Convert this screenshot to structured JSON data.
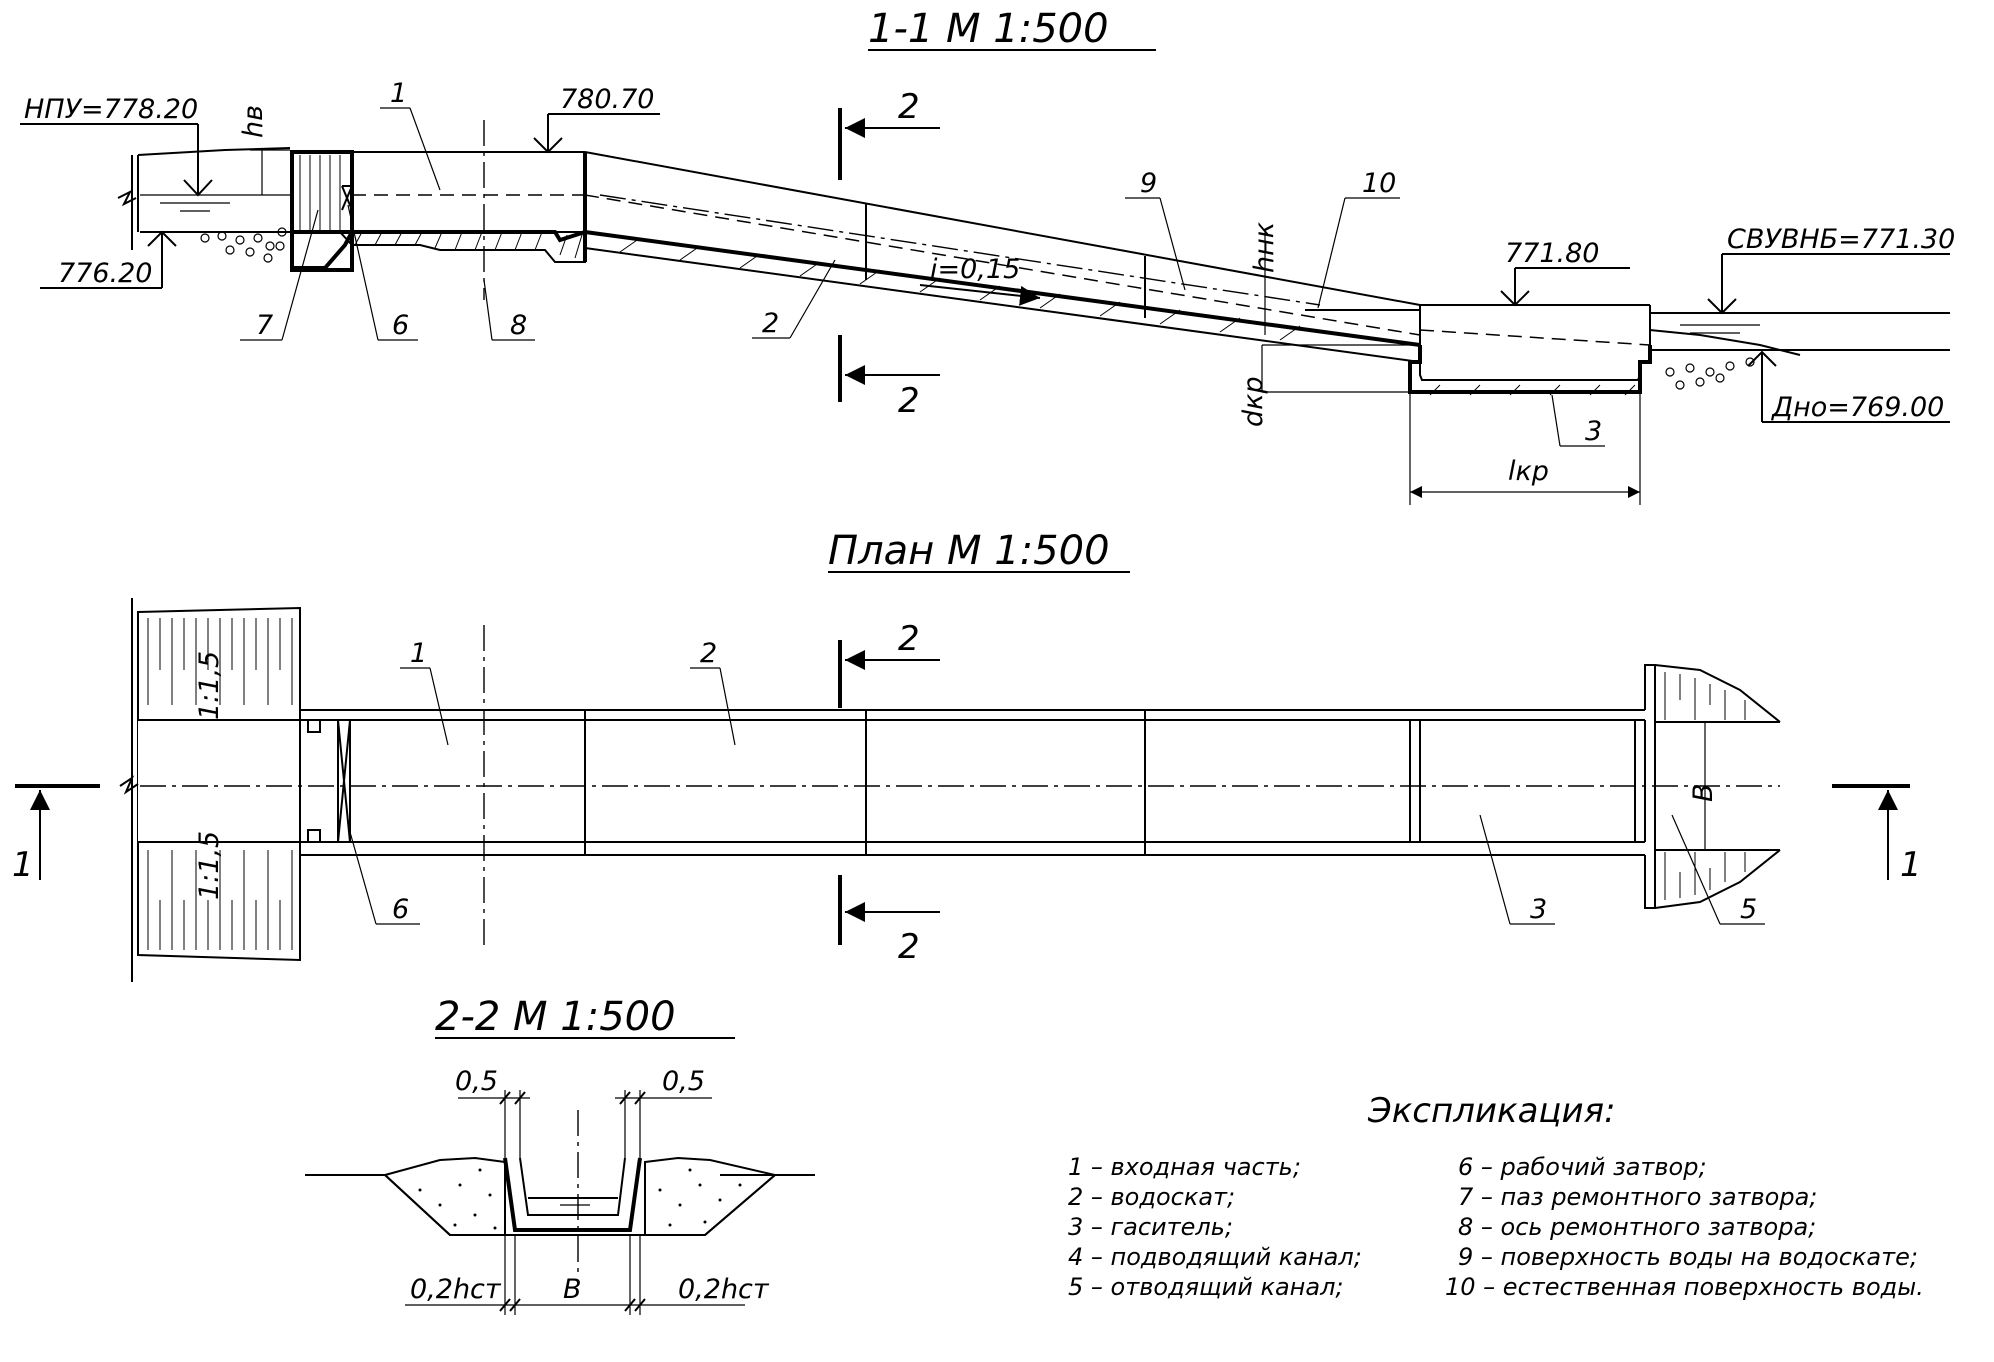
{
  "titles": {
    "section_1_1": "1-1   М  1:500",
    "plan": "План    М  1:500",
    "section_2_2": "2-2    М  1:500",
    "explication": "Экспликация:"
  },
  "section_marks": {
    "s1": "1",
    "s2": "2"
  },
  "elevations": {
    "npu": "НПУ=778.20",
    "inlet_bottom": "776.20",
    "crest": "780.70",
    "basin_top": "771.80",
    "svuvnb": "СВУВНБ=771.30",
    "bottom": "Дно=769.00"
  },
  "slope": "i=0,15",
  "dims": {
    "h_v": "hв",
    "h_nk": "hнк",
    "d_kr": "dкр",
    "l_kr": "lкр",
    "B": "B",
    "half": "0,5",
    "hst": "0,2hст"
  },
  "slope_ratio": "1:1,5",
  "callouts": {
    "c1": "1",
    "c2": "2",
    "c3": "3",
    "c5": "5",
    "c6": "6",
    "c7": "7",
    "c8": "8",
    "c9": "9",
    "c10": "10"
  },
  "explication": {
    "left": [
      "1  –  входная  часть;",
      "2  –  водоскат;",
      "3  –  гаситель;",
      "4  –  подводящий  канал;",
      "5  –  отводящий  канал;"
    ],
    "right": [
      "6  –  рабочий  затвор;",
      "7  –  паз  ремонтного  затвора;",
      "8  –  ось  ремонтного  затвора;",
      "9  –  поверхность  воды  на  водоскате;",
      "10  –  естественная  поверхность  воды."
    ]
  }
}
